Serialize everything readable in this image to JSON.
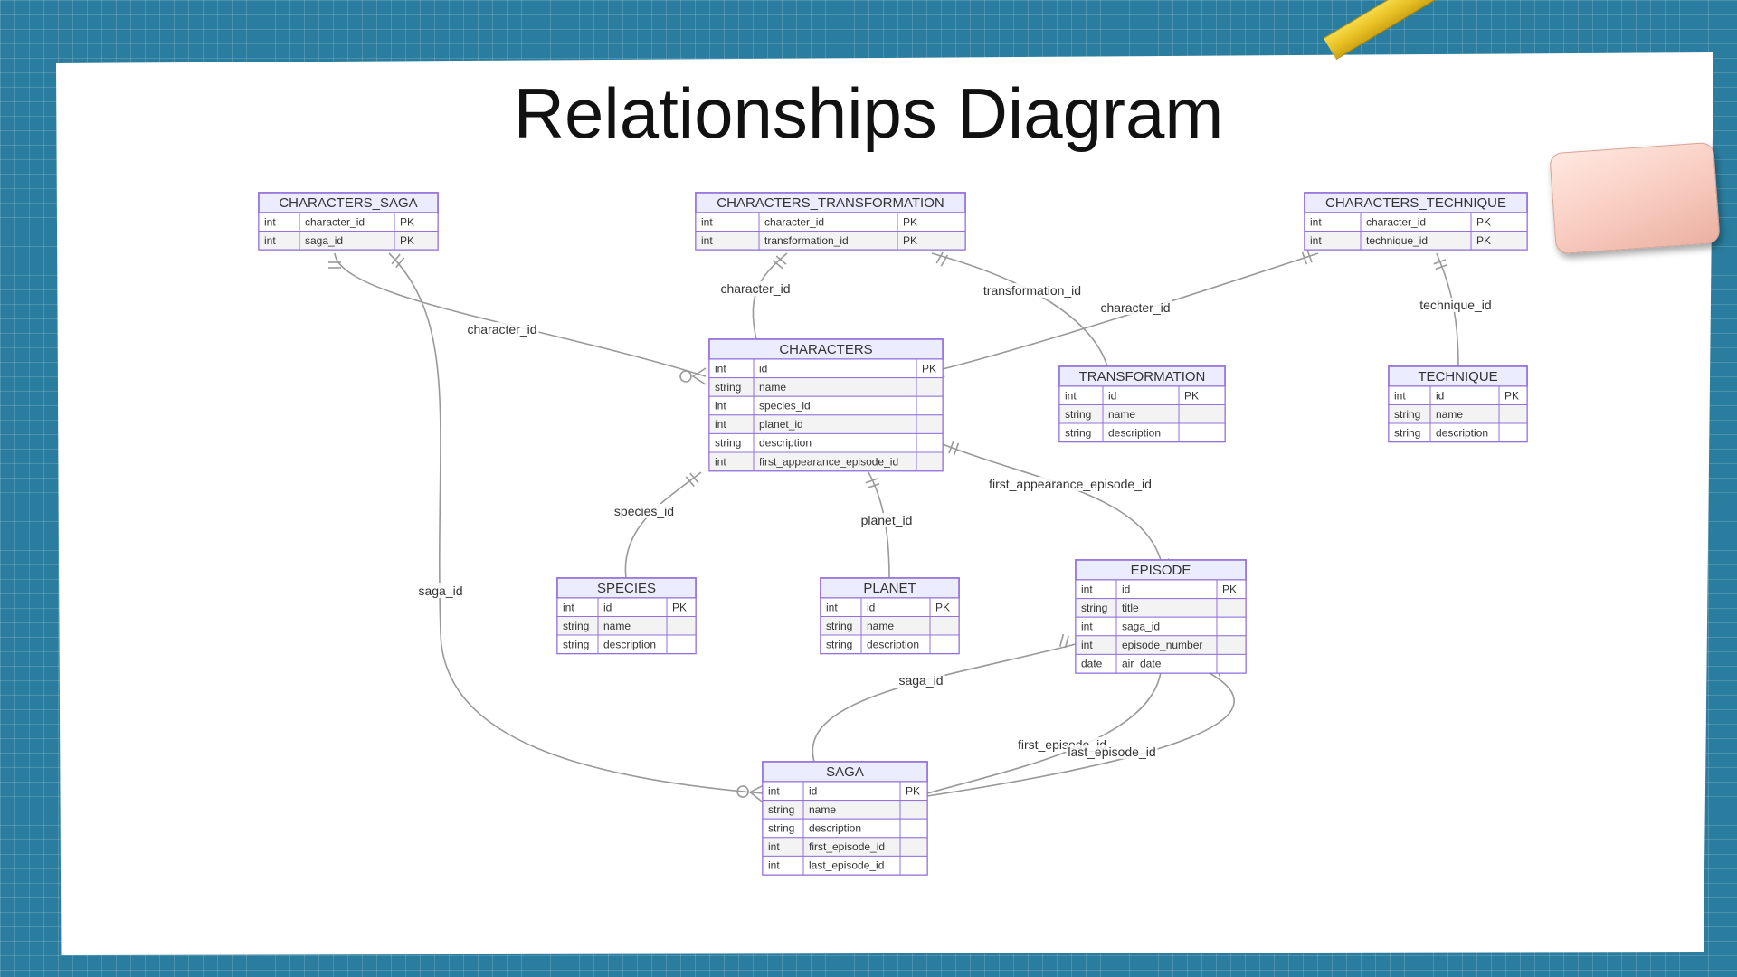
{
  "title": "Relationships Diagram",
  "colors": {
    "background": "#2a7d9e",
    "entity_border": "#9370db",
    "entity_header": "#ececff",
    "relationship_line": "#999999",
    "pencil": "#e9c227",
    "eraser": "#f8cbbf"
  },
  "entities": [
    {
      "key": "characters_saga",
      "name": "CHARACTERS_SAGA",
      "rows": [
        [
          "int",
          "character_id",
          "PK"
        ],
        [
          "int",
          "saga_id",
          "PK"
        ]
      ]
    },
    {
      "key": "characters_transformation",
      "name": "CHARACTERS_TRANSFORMATION",
      "rows": [
        [
          "int",
          "character_id",
          "PK"
        ],
        [
          "int",
          "transformation_id",
          "PK"
        ]
      ]
    },
    {
      "key": "characters_technique",
      "name": "CHARACTERS_TECHNIQUE",
      "rows": [
        [
          "int",
          "character_id",
          "PK"
        ],
        [
          "int",
          "technique_id",
          "PK"
        ]
      ]
    },
    {
      "key": "characters",
      "name": "CHARACTERS",
      "rows": [
        [
          "int",
          "id",
          "PK"
        ],
        [
          "string",
          "name",
          ""
        ],
        [
          "int",
          "species_id",
          ""
        ],
        [
          "int",
          "planet_id",
          ""
        ],
        [
          "string",
          "description",
          ""
        ],
        [
          "int",
          "first_appearance_episode_id",
          ""
        ]
      ]
    },
    {
      "key": "transformation",
      "name": "TRANSFORMATION",
      "rows": [
        [
          "int",
          "id",
          "PK"
        ],
        [
          "string",
          "name",
          ""
        ],
        [
          "string",
          "description",
          ""
        ]
      ]
    },
    {
      "key": "technique",
      "name": "TECHNIQUE",
      "rows": [
        [
          "int",
          "id",
          "PK"
        ],
        [
          "string",
          "name",
          ""
        ],
        [
          "string",
          "description",
          ""
        ]
      ]
    },
    {
      "key": "species",
      "name": "SPECIES",
      "rows": [
        [
          "int",
          "id",
          "PK"
        ],
        [
          "string",
          "name",
          ""
        ],
        [
          "string",
          "description",
          ""
        ]
      ]
    },
    {
      "key": "planet",
      "name": "PLANET",
      "rows": [
        [
          "int",
          "id",
          "PK"
        ],
        [
          "string",
          "name",
          ""
        ],
        [
          "string",
          "description",
          ""
        ]
      ]
    },
    {
      "key": "episode",
      "name": "EPISODE",
      "rows": [
        [
          "int",
          "id",
          "PK"
        ],
        [
          "string",
          "title",
          ""
        ],
        [
          "int",
          "saga_id",
          ""
        ],
        [
          "int",
          "episode_number",
          ""
        ],
        [
          "date",
          "air_date",
          ""
        ]
      ]
    },
    {
      "key": "saga",
      "name": "SAGA",
      "rows": [
        [
          "int",
          "id",
          "PK"
        ],
        [
          "string",
          "name",
          ""
        ],
        [
          "string",
          "description",
          ""
        ],
        [
          "int",
          "first_episode_id",
          ""
        ],
        [
          "int",
          "last_episode_id",
          ""
        ]
      ]
    }
  ],
  "relationships": [
    {
      "key": "cs_char",
      "label": "character_id",
      "from": "characters_saga",
      "to": "characters"
    },
    {
      "key": "cs_saga",
      "label": "saga_id",
      "from": "characters_saga",
      "to": "saga"
    },
    {
      "key": "ct_char",
      "label": "character_id",
      "from": "characters_transformation",
      "to": "characters"
    },
    {
      "key": "ct_trans",
      "label": "transformation_id",
      "from": "characters_transformation",
      "to": "transformation"
    },
    {
      "key": "cq_char",
      "label": "character_id",
      "from": "characters_technique",
      "to": "characters"
    },
    {
      "key": "cq_tech",
      "label": "technique_id",
      "from": "characters_technique",
      "to": "technique"
    },
    {
      "key": "c_species",
      "label": "species_id",
      "from": "characters",
      "to": "species"
    },
    {
      "key": "c_planet",
      "label": "planet_id",
      "from": "characters",
      "to": "planet"
    },
    {
      "key": "c_episode",
      "label": "first_appearance_episode_id",
      "from": "characters",
      "to": "episode"
    },
    {
      "key": "e_saga",
      "label": "saga_id",
      "from": "episode",
      "to": "saga"
    },
    {
      "key": "s_first",
      "label": "first_episode_id",
      "from": "saga",
      "to": "episode"
    },
    {
      "key": "s_last",
      "label": "last_episode_id",
      "from": "saga",
      "to": "episode"
    }
  ]
}
